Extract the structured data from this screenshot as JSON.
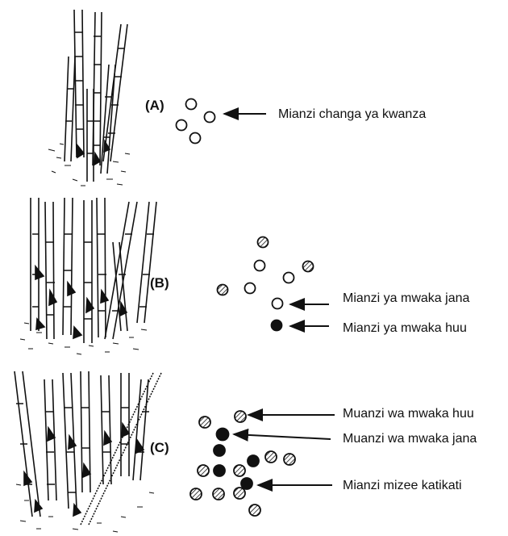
{
  "panels": [
    {
      "id": "A",
      "letter": "(A)",
      "labels": [
        "Mianzi changa ya kwanza"
      ]
    },
    {
      "id": "B",
      "letter": "(B)",
      "labels": [
        "Mianzi ya mwaka jana",
        "Mianzi ya mwaka huu"
      ]
    },
    {
      "id": "C",
      "letter": "(C)",
      "labels": [
        "Muanzi wa mwaka huu",
        "Muanzi wa mwaka jana",
        "Mianzi mizee katikati"
      ]
    }
  ],
  "colors": {
    "ink": "#111111",
    "background": "#ffffff"
  }
}
